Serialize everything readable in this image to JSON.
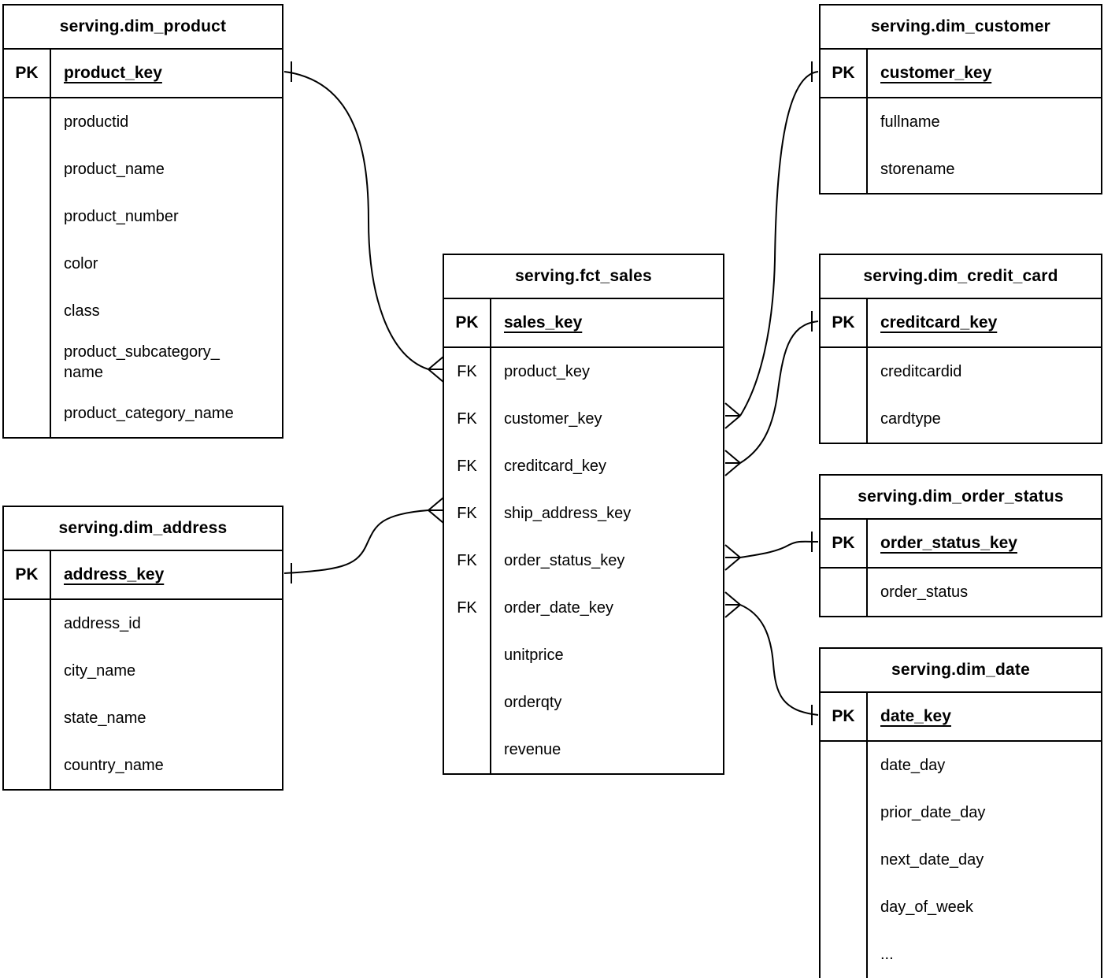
{
  "colors": {
    "line": "#000000",
    "background": "#ffffff",
    "text": "#000000"
  },
  "tables": {
    "dim_product": {
      "title": "serving.dim_product",
      "pk": {
        "key": "PK",
        "name": "product_key"
      },
      "fields": [
        {
          "key": "",
          "name": "productid"
        },
        {
          "key": "",
          "name": "product_name"
        },
        {
          "key": "",
          "name": "product_number"
        },
        {
          "key": "",
          "name": "color"
        },
        {
          "key": "",
          "name": "class"
        },
        {
          "key": "",
          "name": "product_subcategory_\nname"
        },
        {
          "key": "",
          "name": "product_category_name"
        }
      ]
    },
    "dim_address": {
      "title": "serving.dim_address",
      "pk": {
        "key": "PK",
        "name": "address_key"
      },
      "fields": [
        {
          "key": "",
          "name": "address_id"
        },
        {
          "key": "",
          "name": "city_name"
        },
        {
          "key": "",
          "name": "state_name"
        },
        {
          "key": "",
          "name": "country_name"
        }
      ]
    },
    "fct_sales": {
      "title": "serving.fct_sales",
      "pk": {
        "key": "PK",
        "name": "sales_key"
      },
      "fields": [
        {
          "key": "FK",
          "name": "product_key"
        },
        {
          "key": "FK",
          "name": "customer_key"
        },
        {
          "key": "FK",
          "name": "creditcard_key"
        },
        {
          "key": "FK",
          "name": "ship_address_key"
        },
        {
          "key": "FK",
          "name": "order_status_key"
        },
        {
          "key": "FK",
          "name": "order_date_key"
        },
        {
          "key": "",
          "name": "unitprice"
        },
        {
          "key": "",
          "name": "orderqty"
        },
        {
          "key": "",
          "name": "revenue"
        }
      ]
    },
    "dim_customer": {
      "title": "serving.dim_customer",
      "pk": {
        "key": "PK",
        "name": "customer_key"
      },
      "fields": [
        {
          "key": "",
          "name": "fullname"
        },
        {
          "key": "",
          "name": "storename"
        }
      ]
    },
    "dim_credit_card": {
      "title": "serving.dim_credit_card",
      "pk": {
        "key": "PK",
        "name": "creditcard_key"
      },
      "fields": [
        {
          "key": "",
          "name": "creditcardid"
        },
        {
          "key": "",
          "name": "cardtype"
        }
      ]
    },
    "dim_order_status": {
      "title": "serving.dim_order_status",
      "pk": {
        "key": "PK",
        "name": "order_status_key"
      },
      "fields": [
        {
          "key": "",
          "name": "order_status"
        }
      ]
    },
    "dim_date": {
      "title": "serving.dim_date",
      "pk": {
        "key": "PK",
        "name": "date_key"
      },
      "fields": [
        {
          "key": "",
          "name": "date_day"
        },
        {
          "key": "",
          "name": "prior_date_day"
        },
        {
          "key": "",
          "name": "next_date_day"
        },
        {
          "key": "",
          "name": "day_of_week"
        },
        {
          "key": "",
          "name": "..."
        }
      ]
    }
  },
  "relations": [
    {
      "from": "serving.fct_sales.product_key",
      "to": "serving.dim_product.product_key",
      "from_cardinality": "many",
      "to_cardinality": "one"
    },
    {
      "from": "serving.fct_sales.ship_address_key",
      "to": "serving.dim_address.address_key",
      "from_cardinality": "many",
      "to_cardinality": "one"
    },
    {
      "from": "serving.fct_sales.customer_key",
      "to": "serving.dim_customer.customer_key",
      "from_cardinality": "many",
      "to_cardinality": "one"
    },
    {
      "from": "serving.fct_sales.creditcard_key",
      "to": "serving.dim_credit_card.creditcard_key",
      "from_cardinality": "many",
      "to_cardinality": "one"
    },
    {
      "from": "serving.fct_sales.order_status_key",
      "to": "serving.dim_order_status.order_status_key",
      "from_cardinality": "many",
      "to_cardinality": "one"
    },
    {
      "from": "serving.fct_sales.order_date_key",
      "to": "serving.dim_date.date_key",
      "from_cardinality": "many",
      "to_cardinality": "one"
    }
  ]
}
